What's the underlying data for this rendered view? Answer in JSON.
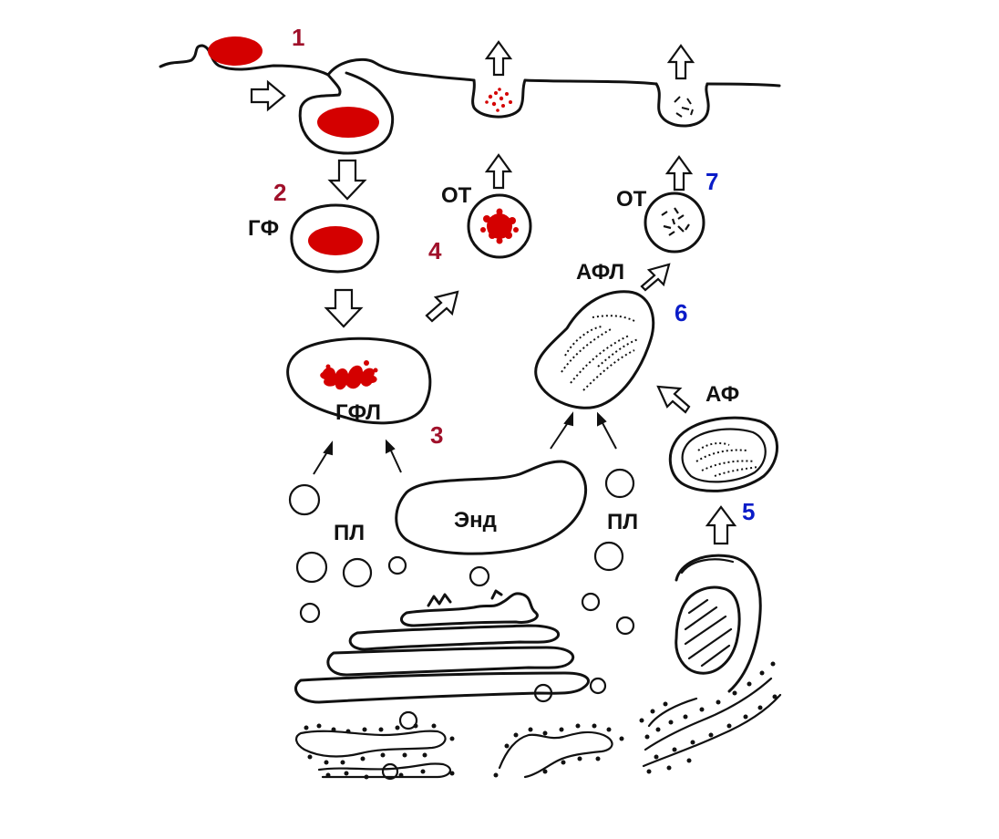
{
  "colors": {
    "material": "#d40000",
    "number_red": "#a0102a",
    "number_blue": "#0a1cc8",
    "outline": "#111111"
  },
  "labels": {
    "gf": "ГФ",
    "gfl": "ГФЛ",
    "ot_left": "ОТ",
    "ot_right": "ОТ",
    "afl": "АФЛ",
    "af": "АФ",
    "end": "Энд",
    "pl_left": "ПЛ",
    "pl_right": "ПЛ"
  },
  "numbers": {
    "n1": "1",
    "n2": "2",
    "n3": "3",
    "n4": "4",
    "n5": "5",
    "n6": "6",
    "n7": "7"
  }
}
